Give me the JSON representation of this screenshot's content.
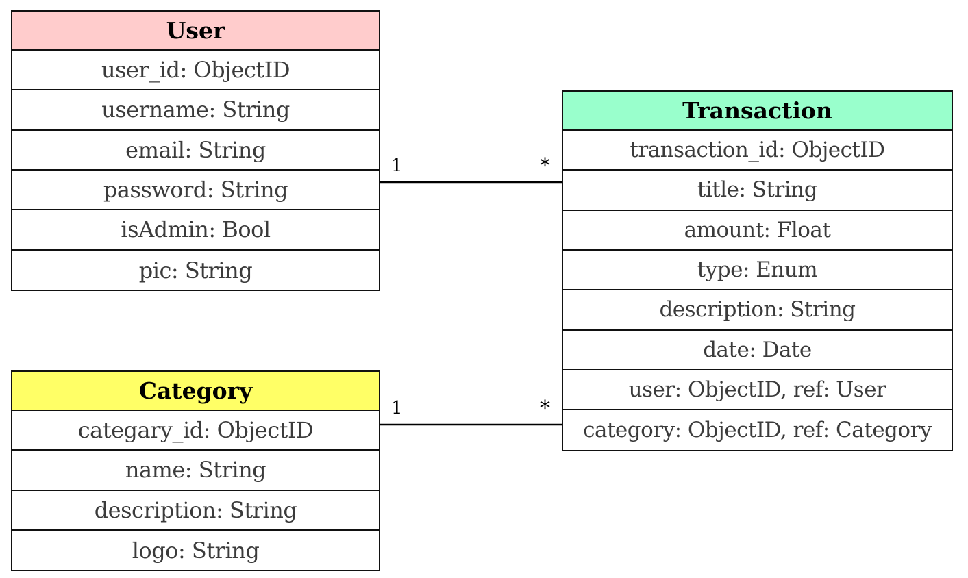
{
  "diagram": {
    "entities": {
      "user": {
        "title": "User",
        "header_color": "#ffcccc",
        "fields": [
          "user_id: ObjectID",
          "username: String",
          "email: String",
          "password: String",
          "isAdmin: Bool",
          "pic: String"
        ]
      },
      "category": {
        "title": "Category",
        "header_color": "#ffff66",
        "fields": [
          "categary_id: ObjectID",
          "name: String",
          "description: String",
          "logo: String"
        ]
      },
      "transaction": {
        "title": "Transaction",
        "header_color": "#99ffcc",
        "fields": [
          "transaction_id: ObjectID",
          "title: String",
          "amount: Float",
          "type: Enum",
          "description: String",
          "date: Date",
          "user: ObjectID, ref: User",
          "category: ObjectID, ref: Category"
        ]
      }
    },
    "relations": [
      {
        "from": "User",
        "to": "Transaction",
        "from_multiplicity": "1",
        "to_multiplicity": "*"
      },
      {
        "from": "Category",
        "to": "Transaction",
        "from_multiplicity": "1",
        "to_multiplicity": "*"
      }
    ]
  }
}
